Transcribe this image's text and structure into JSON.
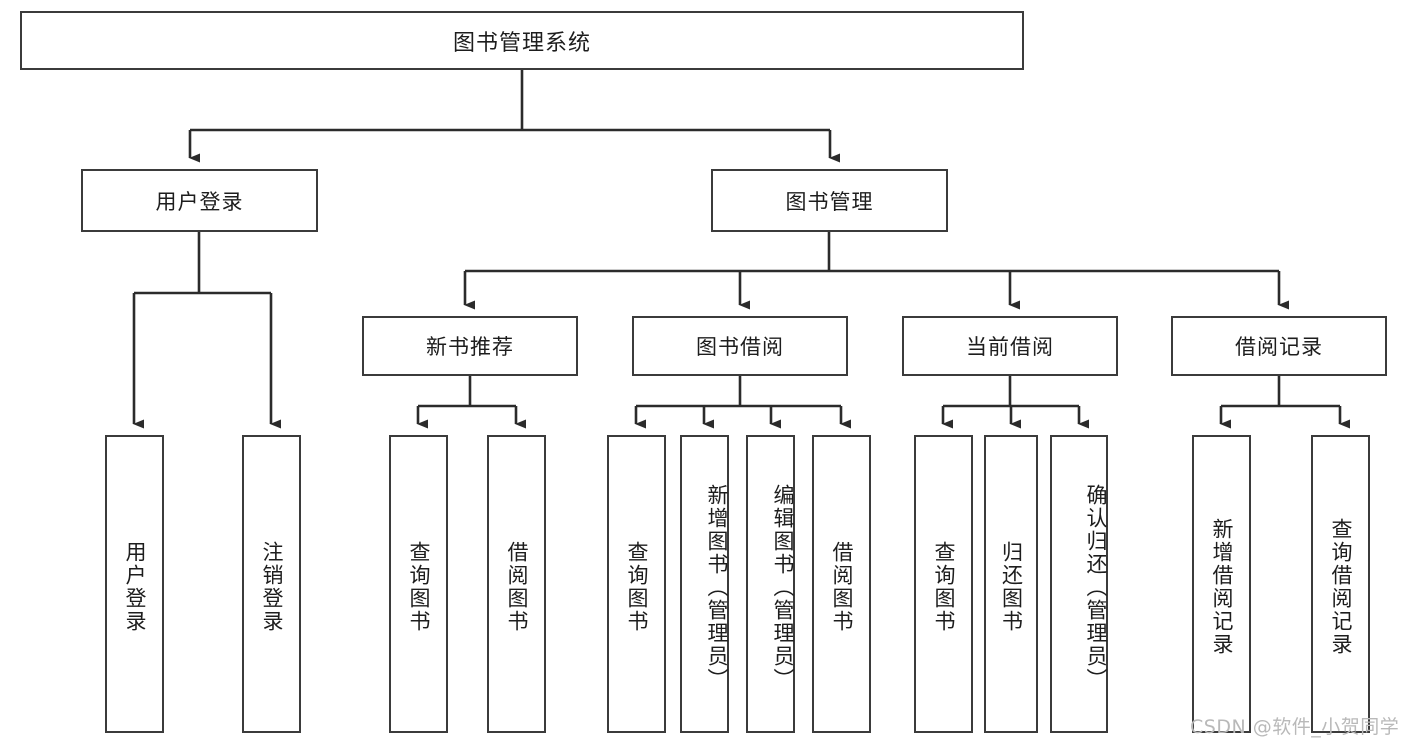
{
  "diagram": {
    "type": "tree-hierarchy-diagram",
    "title": "图书管理系统",
    "watermark": "CSDN @软件_小贺同学",
    "colors": {
      "box_border": "#3b3b3b",
      "box_fill": "#ffffff",
      "connector": "#2b2b2b",
      "text": "#1d1d1d",
      "watermark": "#b9b9b9",
      "background": "#ffffff"
    },
    "levels": {
      "root": {
        "label": "图书管理系统"
      },
      "level2": [
        {
          "label": "用户登录"
        },
        {
          "label": "图书管理"
        }
      ],
      "level3": [
        {
          "label": "新书推荐"
        },
        {
          "label": "图书借阅"
        },
        {
          "label": "当前借阅"
        },
        {
          "label": "借阅记录"
        }
      ],
      "leaves": {
        "under_user_login": [
          {
            "label": "用户登录"
          },
          {
            "label": "注销登录"
          }
        ],
        "under_new_book_recommend": [
          {
            "label": "查询图书"
          },
          {
            "label": "借阅图书"
          }
        ],
        "under_book_borrow": [
          {
            "label": "查询图书"
          },
          {
            "label": "新增图书（管理员）"
          },
          {
            "label": "编辑图书（管理员）"
          },
          {
            "label": "借阅图书"
          }
        ],
        "under_current_borrow": [
          {
            "label": "查询图书"
          },
          {
            "label": "归还图书"
          },
          {
            "label": "确认归还（管理员）"
          }
        ],
        "under_borrow_record": [
          {
            "label": "新增借阅记录"
          },
          {
            "label": "查询借阅记录"
          }
        ]
      }
    }
  }
}
